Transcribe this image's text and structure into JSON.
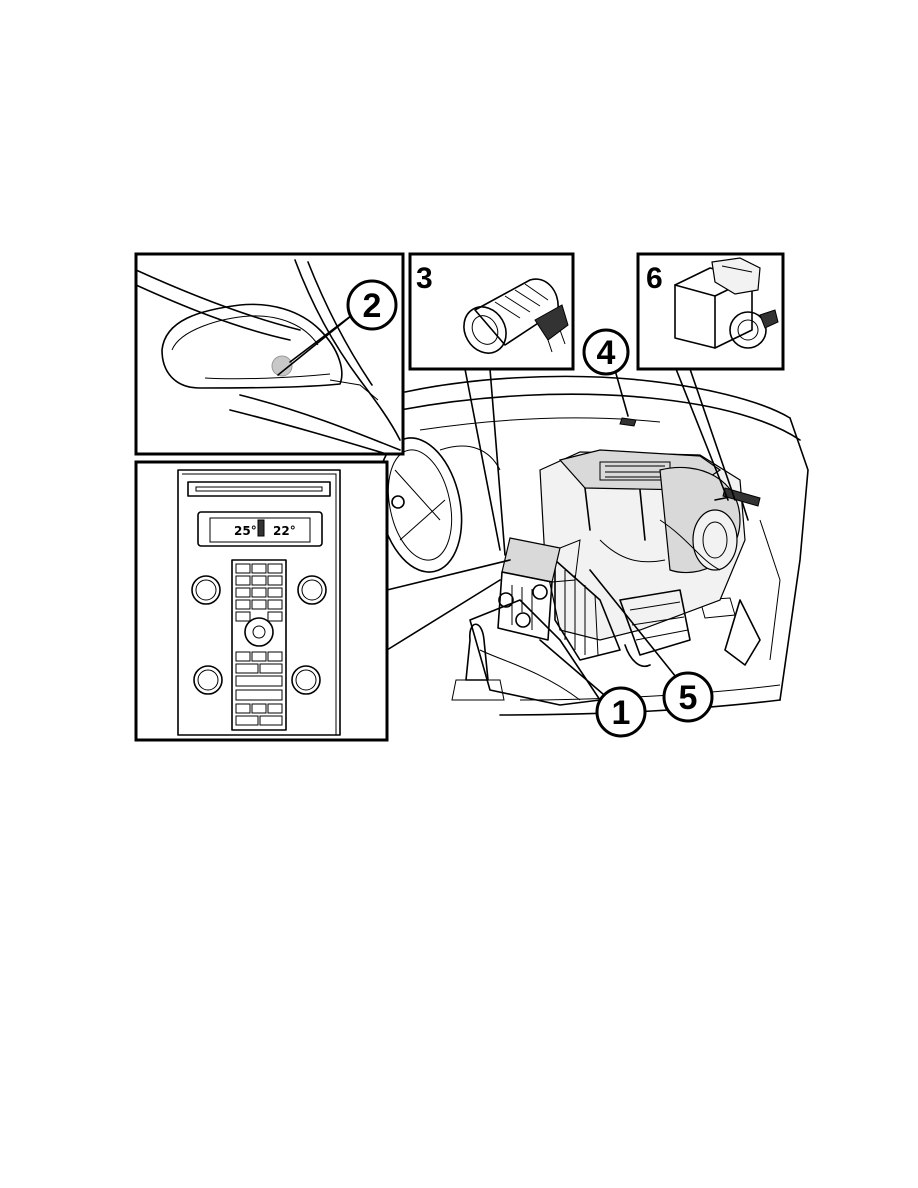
{
  "callouts": {
    "c1": "1",
    "c2": "2",
    "c3": "3",
    "c4": "4",
    "c5": "5",
    "c6": "6"
  },
  "control_panel": {
    "left_temp": "25°",
    "right_temp": "22°"
  }
}
